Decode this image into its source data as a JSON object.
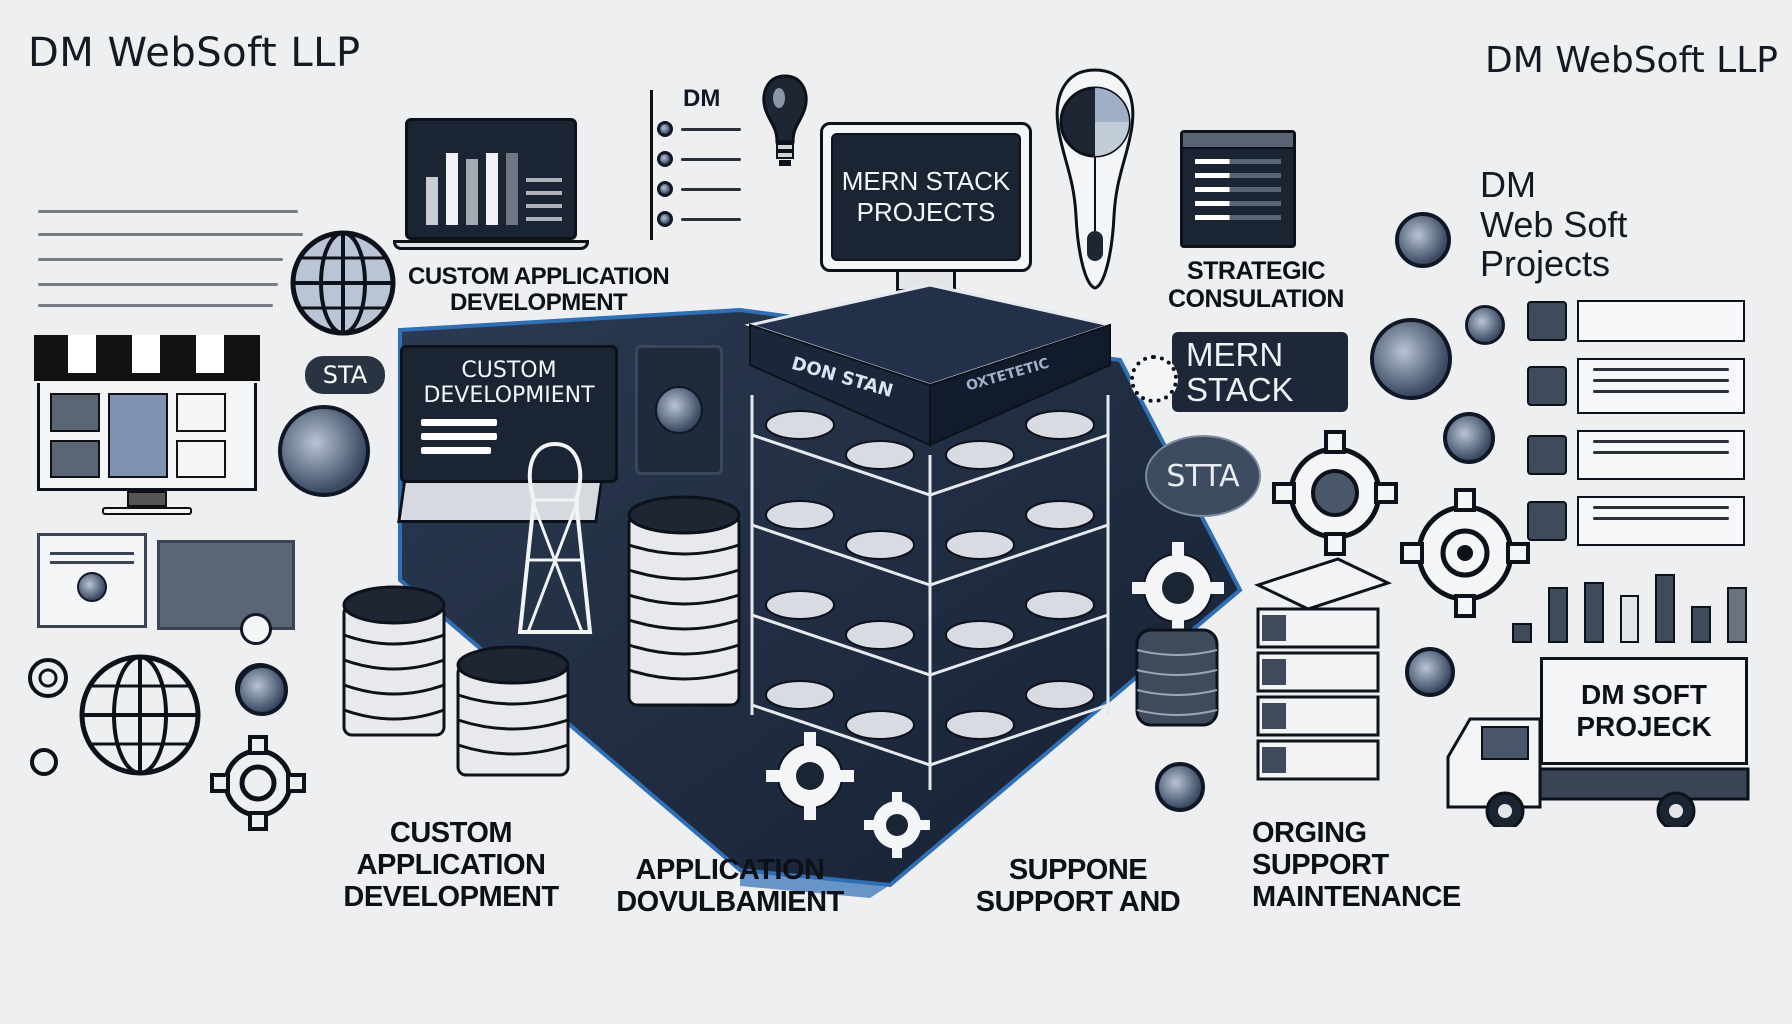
{
  "header": {
    "title_left": "DM WebSoft LLP",
    "title_right": "DM WebSoft LLP"
  },
  "labels": {
    "custom_app_dev_top": [
      "CUSTOM APPLICATION",
      "DEVELOPMENT"
    ],
    "mern_monitor": [
      "MERN STACK",
      "PROJECTS"
    ],
    "strategic": [
      "STRATEGIC",
      "CONSULATION"
    ],
    "dm_projects": [
      "DM",
      "Web Soft",
      "Projects"
    ],
    "sta_badge": "STA",
    "custom_dev_screen": [
      "CUSTOM",
      "DEVELOPMIENT"
    ],
    "tower_face_left": "DON STAN",
    "tower_face_right": "OXTETETIC",
    "mern_badge": [
      "MERN",
      "STACK"
    ],
    "stta_circle": "STTA",
    "truck_sign": [
      "DM SOFT",
      "PROJECK"
    ],
    "laptop_small": "DM"
  },
  "bottom_labels": [
    {
      "lines": [
        "CUSTOM",
        "APPLICATION",
        "DEVELOPMENT"
      ]
    },
    {
      "lines": [
        "APPLICATION",
        "DOVULBAMIENT"
      ]
    },
    {
      "lines": [
        "SUPPONE",
        "SUPPORT AND"
      ]
    },
    {
      "lines": [
        "ORGING",
        "SUPPORT",
        "MAINTENANCE"
      ]
    }
  ],
  "icons": [
    "storefront-icon",
    "globe-icon",
    "laptop-chart-icon",
    "lightbulb-icon",
    "checklist-icon",
    "monitor-icon",
    "gear-icon",
    "server-stack-icon",
    "database-coins-icon",
    "truck-icon",
    "bar-chart-icon",
    "document-list-icon",
    "mouse-icon",
    "target-icon"
  ],
  "colors": {
    "background": "#eeeff1",
    "navy": "#1b2433",
    "navy_dark": "#0c111a",
    "accent_blue": "#2f6fb5",
    "ink": "#0d1117"
  },
  "chart_small": {
    "laptop_bars": [
      40,
      75,
      68,
      75,
      60
    ],
    "right_bars": [
      25,
      70,
      75,
      60,
      85,
      45,
      70
    ]
  }
}
